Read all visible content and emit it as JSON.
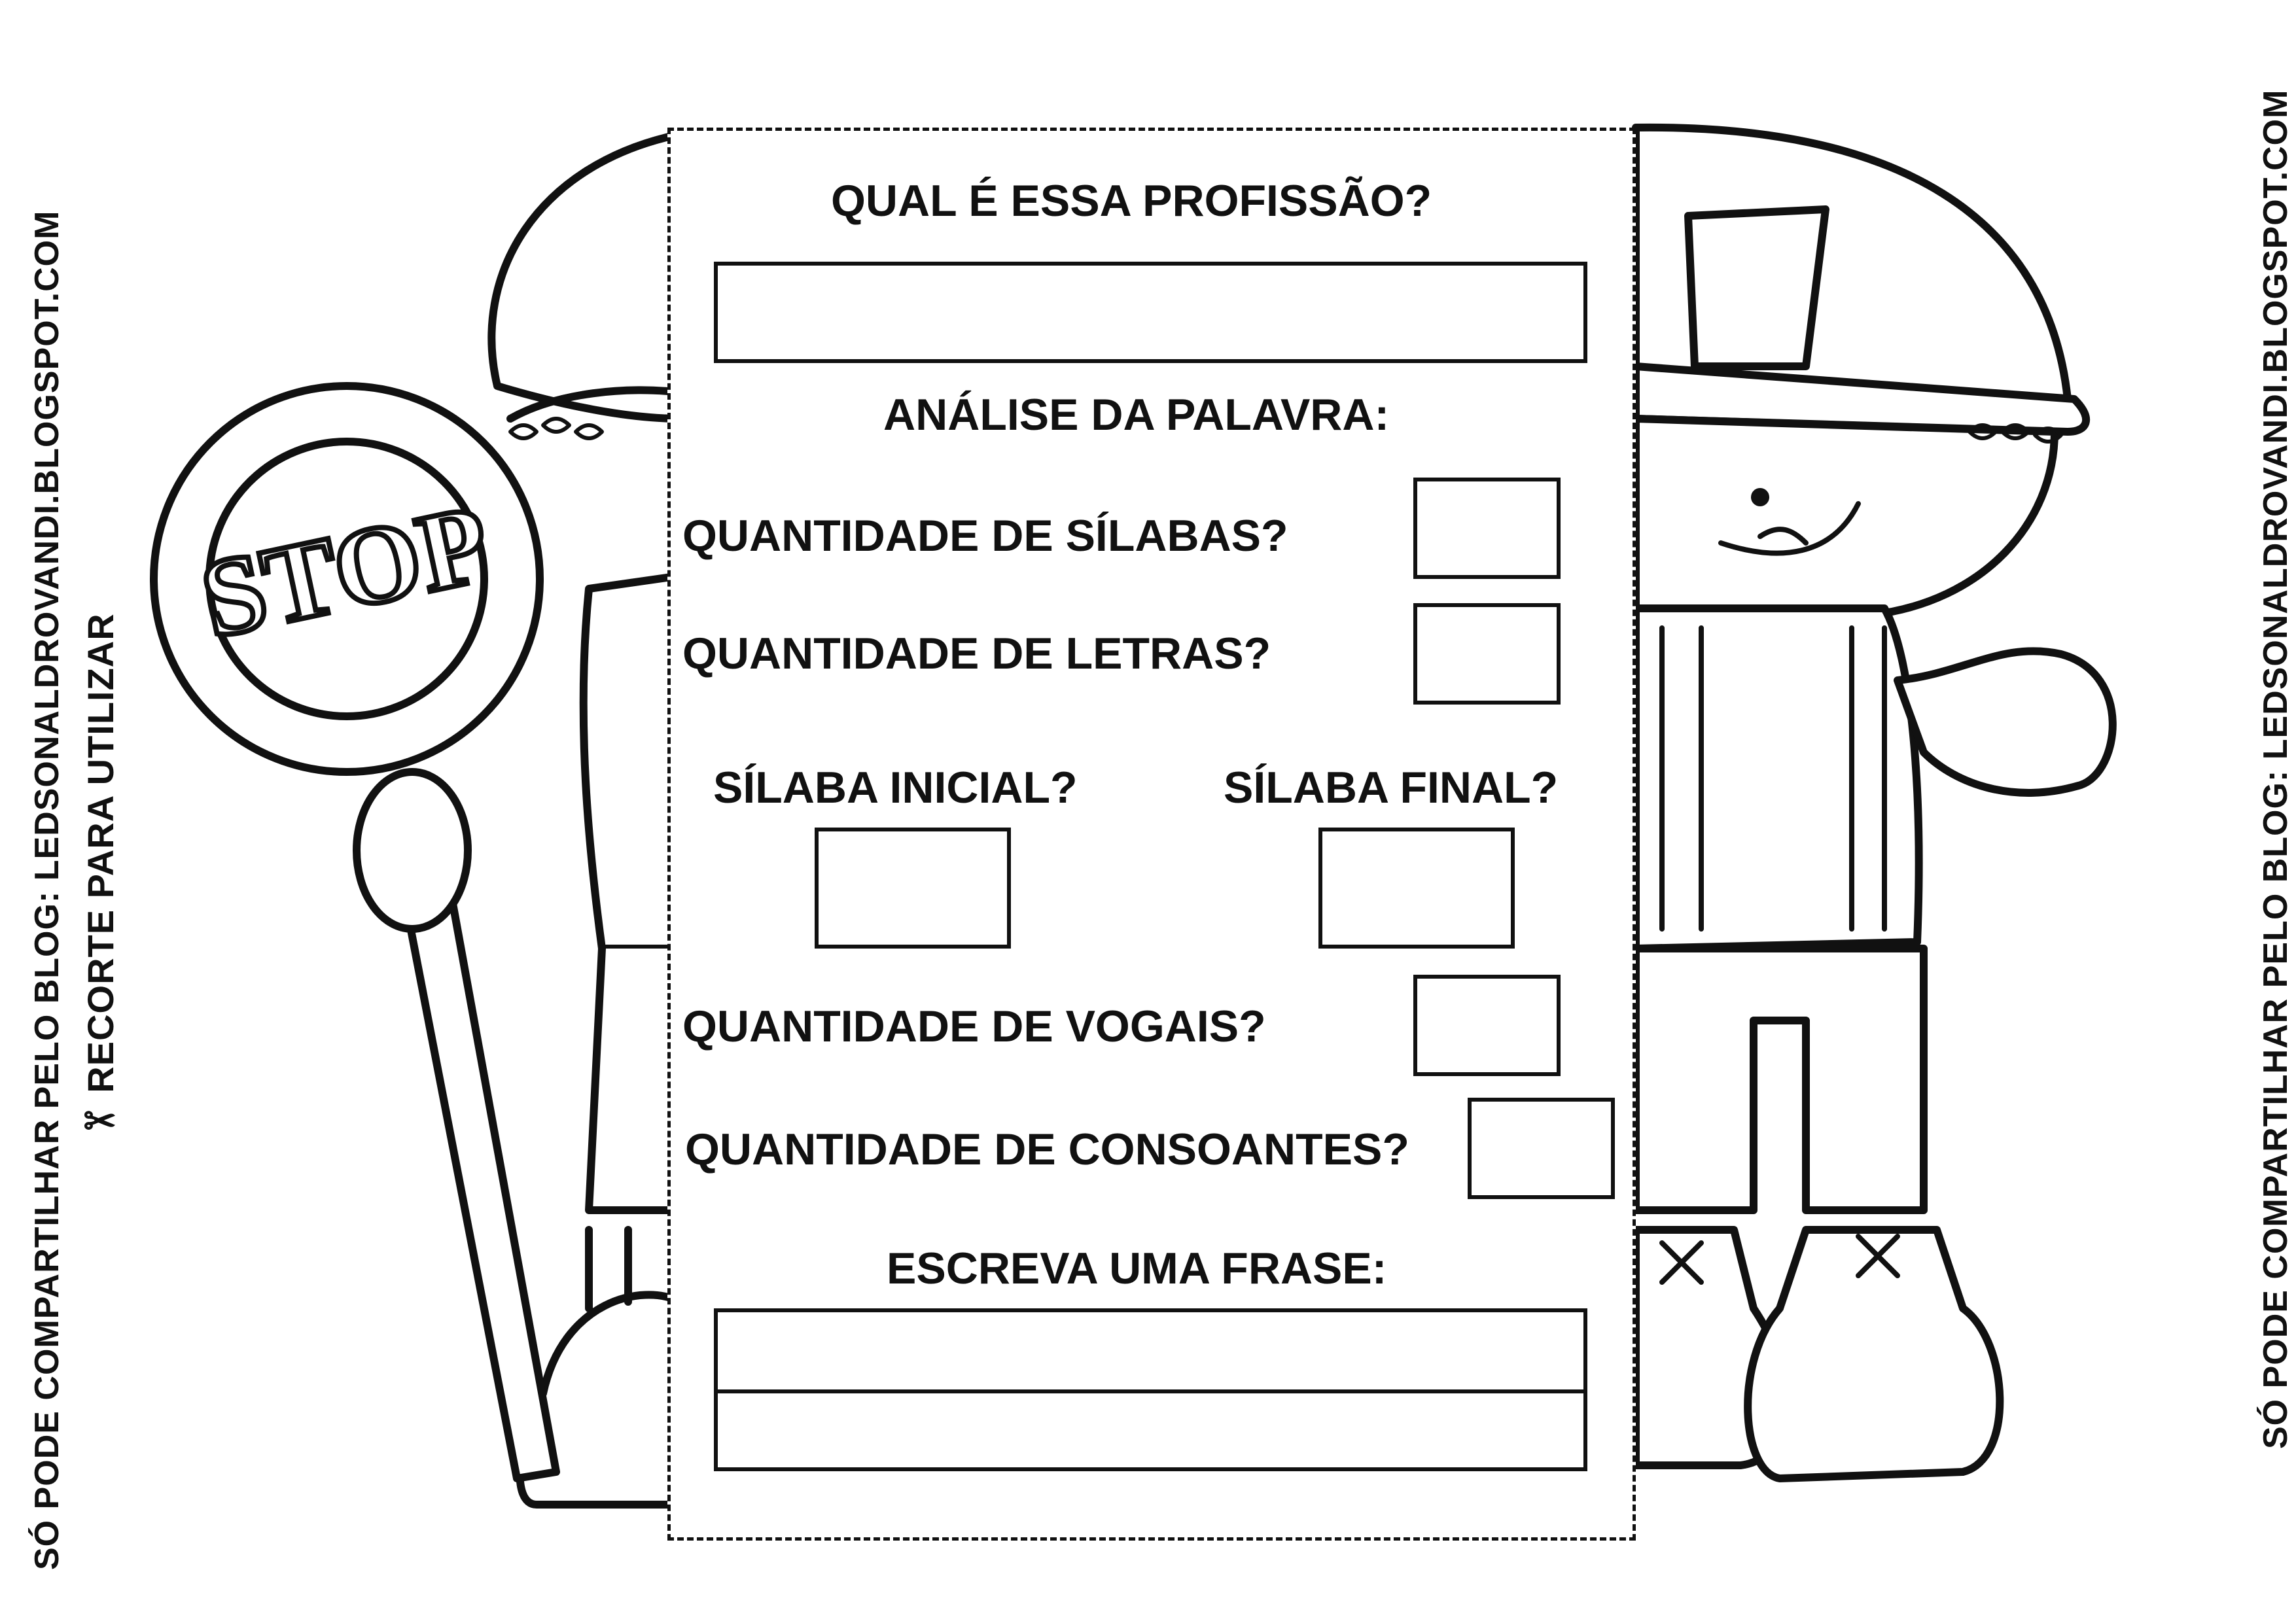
{
  "side": {
    "left_line1": "SÓ PODE COMPARTILHAR PELO BLOG: LEDSONALDROVANDI.BLOGSPOT.COM",
    "left_line2": "RECORTE PARA UTILIZAR",
    "right_line": "SÓ PODE COMPARTILHAR PELO BLOG: LEDSONALDROVANDI.BLOGSPOT.COM"
  },
  "sign": {
    "text": "STOP"
  },
  "icons": {
    "scissors": "scissors-icon"
  },
  "card": {
    "title": "QUAL É ESSA PROFISSÃO?",
    "analysis_heading": "ANÁLISE DA PALAVRA:",
    "syllables_q": "QUANTIDADE DE SÍLABAS?",
    "letters_q": "QUANTIDADE DE LETRAS?",
    "initial_q": "SÍLABA INICIAL?",
    "final_q": "SÍLABA FINAL?",
    "vowels_q": "QUANTIDADE DE VOGAIS?",
    "consonants_q": "QUANTIDADE DE CONSOANTES?",
    "sentence_heading": "ESCREVA UMA FRASE:"
  }
}
